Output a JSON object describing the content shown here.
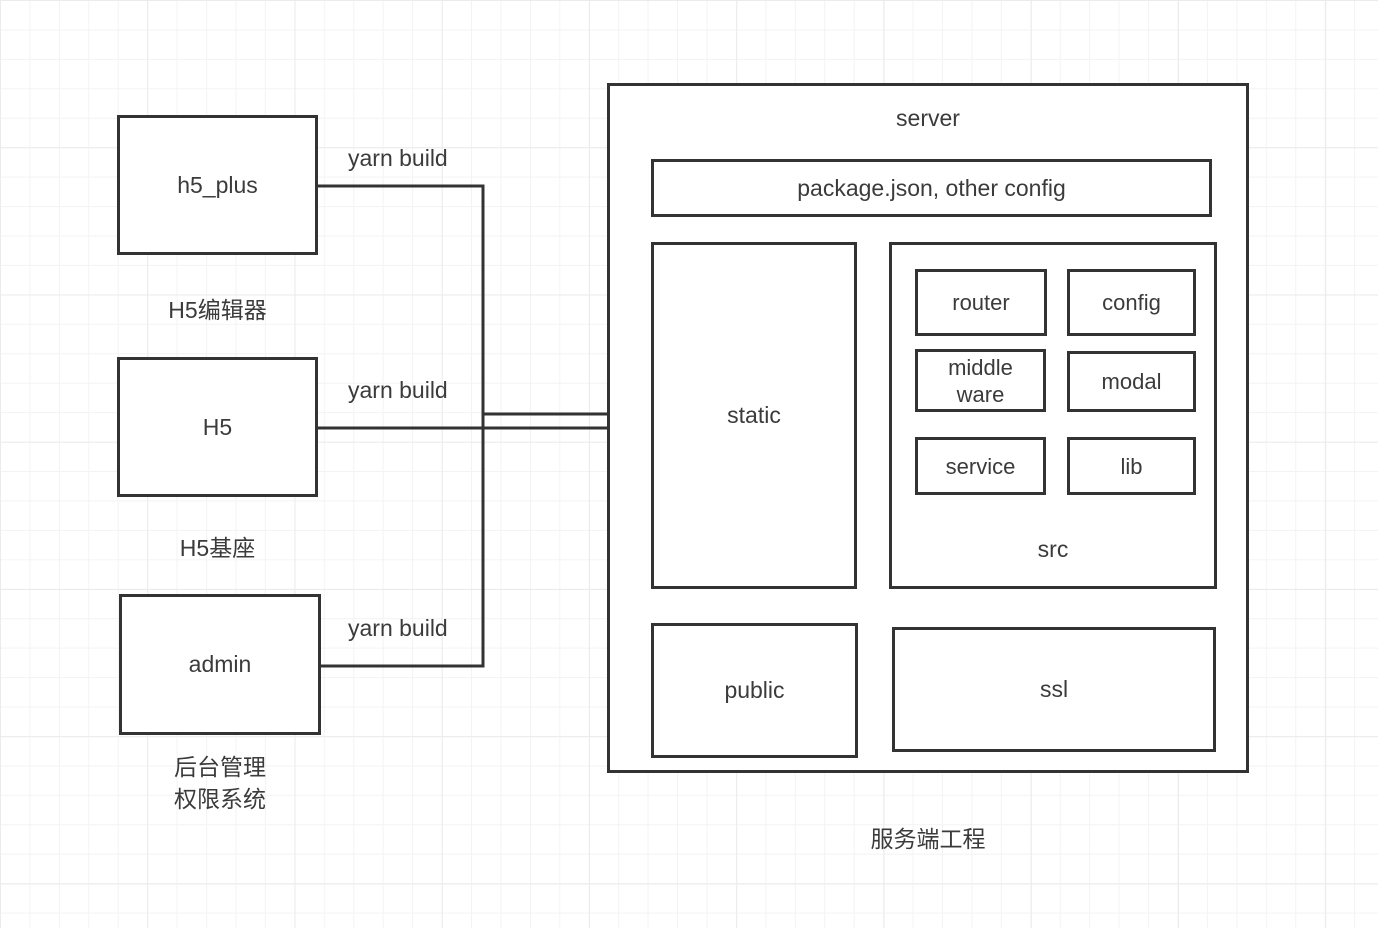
{
  "clients": [
    {
      "box_label": "h5_plus",
      "caption_lines": [
        "H5编辑器"
      ],
      "edge_label": "yarn build"
    },
    {
      "box_label": "H5",
      "caption_lines": [
        "H5基座"
      ],
      "edge_label": "yarn build"
    },
    {
      "box_label": "admin",
      "caption_lines": [
        "后台管理",
        "权限系统"
      ],
      "edge_label": "yarn build"
    }
  ],
  "server": {
    "title": "server",
    "caption": "服务端工程",
    "config_box_label": "package.json, other config",
    "static_label": "static",
    "public_label": "public",
    "ssl_label": "ssl",
    "src": {
      "label": "src",
      "modules": [
        {
          "label": "router"
        },
        {
          "label": "config"
        },
        {
          "label": "middle ware"
        },
        {
          "label": "modal"
        },
        {
          "label": "service"
        },
        {
          "label": "lib"
        }
      ]
    }
  },
  "colors": {
    "stroke": "#333333",
    "text": "#3b3b3b",
    "background": "#ffffff",
    "grid_minor": "#f3f3f3",
    "grid_major": "#ebebeb"
  }
}
